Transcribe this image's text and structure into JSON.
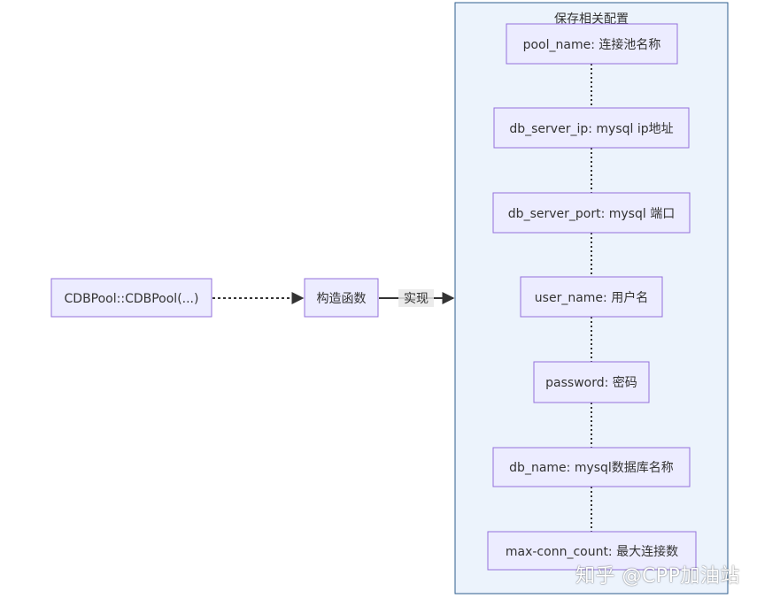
{
  "diagram": {
    "cluster": {
      "title": "保存相关配置",
      "fields": [
        "pool_name: 连接池名称",
        "db_server_ip: mysql ip地址",
        "db_server_port: mysql 端口",
        "user_name: 用户名",
        "password: 密码",
        "db_name: mysql数据库名称",
        "max-conn_count: 最大连接数"
      ]
    },
    "nodes": {
      "source": "CDBPool::CDBPool(...)",
      "constructor": "构造函数"
    },
    "edges": {
      "implement_label": "实现"
    },
    "colors": {
      "node_fill": "#ECECFF",
      "node_stroke": "#9370DB",
      "cluster_fill": "#ECF3FC",
      "cluster_stroke": "#2E5E8E",
      "line": "#333333"
    }
  },
  "watermark": "知乎 @CPP加油站"
}
